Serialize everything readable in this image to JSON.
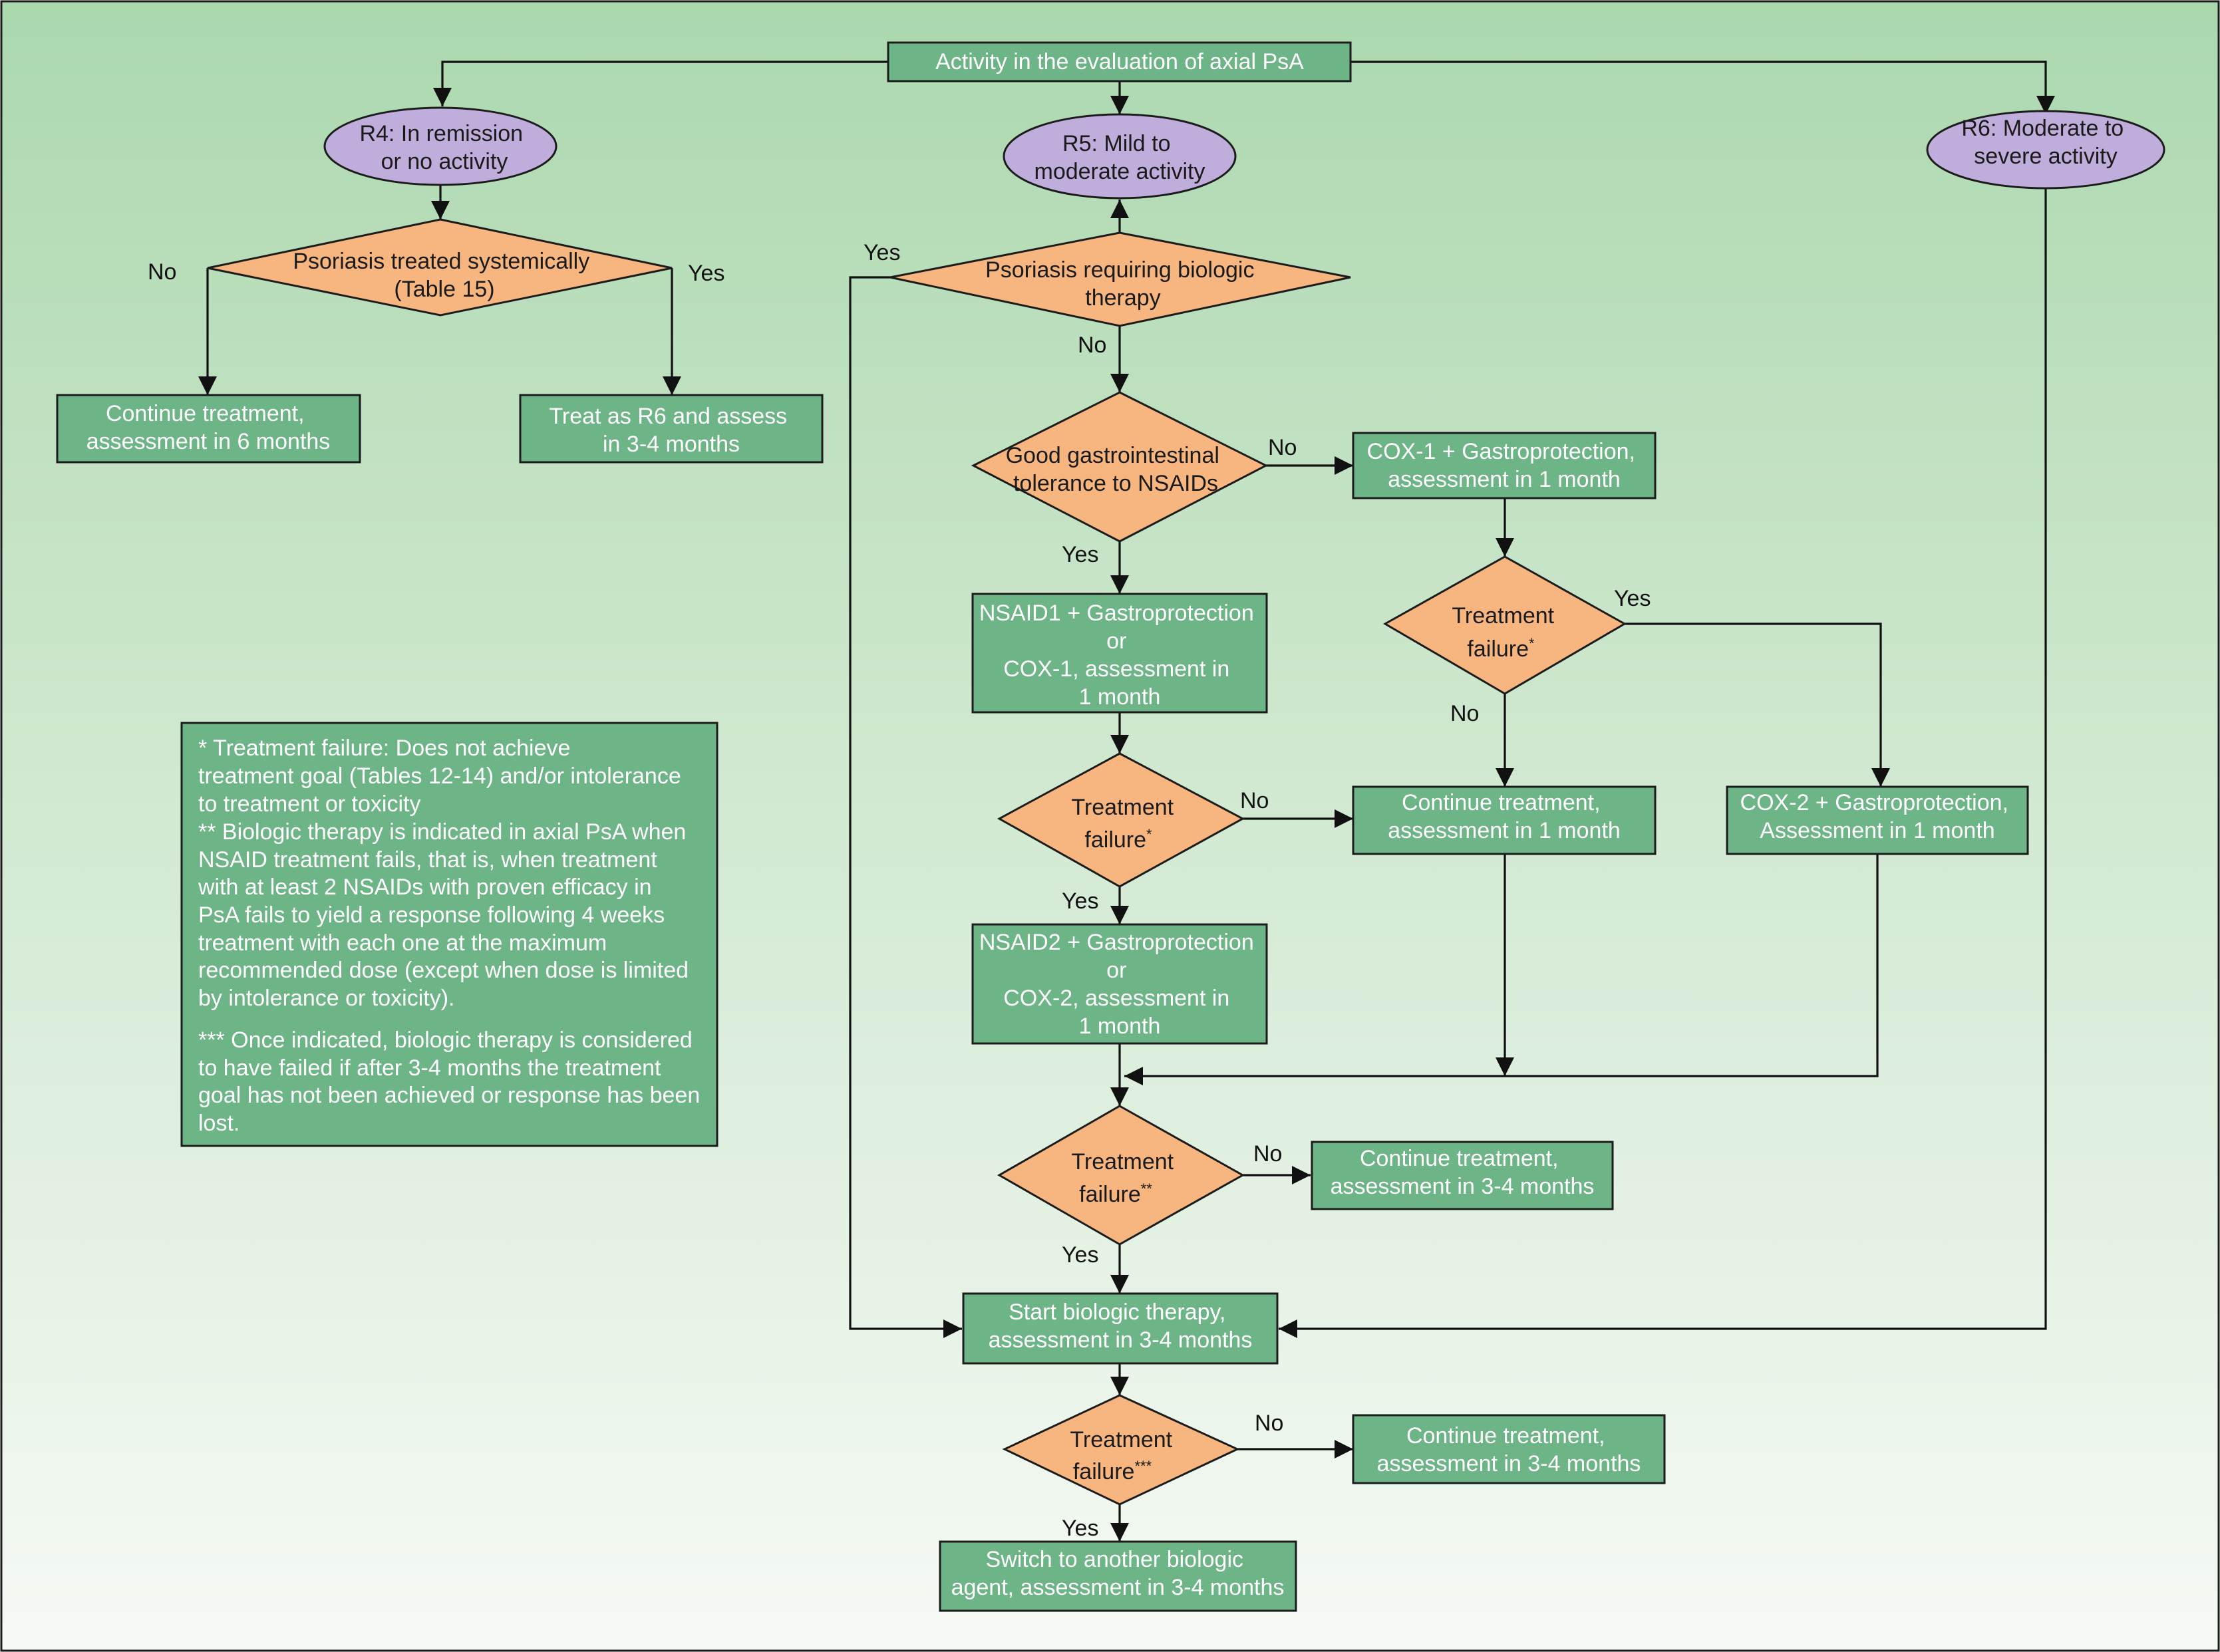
{
  "colors": {
    "bg_top": "#abd8ae",
    "bg_bottom": "#f6faf5",
    "green_box": "#6db487",
    "orange_diamond": "#f7b67f",
    "purple_oval": "#bfaedb",
    "line": "#111111"
  },
  "nodes": {
    "start": {
      "lines": [
        "Activity in the evaluation of axial PsA"
      ]
    },
    "r4": {
      "lines": [
        "R4: In remission",
        "or no activity"
      ]
    },
    "r5": {
      "lines": [
        "R5: Mild to",
        "moderate activity"
      ]
    },
    "r6": {
      "lines": [
        "R6: Moderate to",
        "severe activity"
      ]
    },
    "d_psoriasis_sys": {
      "lines": [
        "Psoriasis treated systemically",
        "(Table 15)"
      ]
    },
    "b_continue_6m": {
      "lines": [
        "Continue treatment,",
        "assessment in 6 months"
      ]
    },
    "b_treat_r6": {
      "lines": [
        "Treat as R6 and assess",
        "in 3-4 months"
      ]
    },
    "d_psoriasis_bio": {
      "lines": [
        "Psoriasis requiring biologic",
        "therapy"
      ]
    },
    "d_gi_tolerance": {
      "lines": [
        "Good gastrointestinal",
        "tolerance to NSAIDs"
      ]
    },
    "b_cox1_gastro": {
      "lines": [
        "COX-1 + Gastroprotection,",
        "assessment in 1 month"
      ]
    },
    "b_nsaid1": {
      "lines": [
        "NSAID1 + Gastroprotection",
        "or",
        "COX-1, assessment in",
        "1 month"
      ]
    },
    "d_tf_right": {
      "lines": [
        "Treatment",
        "failure"
      ],
      "sup": "*"
    },
    "d_tf1": {
      "lines": [
        "Treatment",
        "failure"
      ],
      "sup": "*"
    },
    "b_continue_1m": {
      "lines": [
        "Continue treatment,",
        "assessment in 1 month"
      ]
    },
    "b_cox2_gastro": {
      "lines": [
        "COX-2 + Gastroprotection,",
        "Assessment in 1 month"
      ]
    },
    "b_nsaid2": {
      "lines": [
        "NSAID2 + Gastroprotection",
        "or",
        "COX-2, assessment in",
        "1 month"
      ]
    },
    "d_tf2": {
      "lines": [
        "Treatment",
        "failure"
      ],
      "sup": "**"
    },
    "b_continue_34m_a": {
      "lines": [
        "Continue treatment,",
        "assessment in 3-4 months"
      ]
    },
    "b_start_bio": {
      "lines": [
        "Start biologic therapy,",
        "assessment in 3-4 months"
      ]
    },
    "d_tf3": {
      "lines": [
        "Treatment",
        "failure"
      ],
      "sup": "***"
    },
    "b_continue_34m_b": {
      "lines": [
        "Continue treatment,",
        "assessment in 3-4 months"
      ]
    },
    "b_switch": {
      "lines": [
        "Switch to another biologic",
        "agent, assessment in 3-4 months"
      ]
    }
  },
  "footnote": {
    "lines": [
      "* Treatment failure: Does not achieve",
      "treatment goal (Tables 12-14) and/or intolerance",
      "to treatment or toxicity",
      "** Biologic therapy is indicated in axial PsA when",
      "NSAID treatment fails, that is, when treatment",
      "with at least 2 NSAIDs with proven efficacy in",
      "PsA fails to yield a response following 4 weeks",
      "treatment with each one at the maximum",
      "recommended dose (except when dose is limited",
      "by intolerance or toxicity).",
      "*** Once indicated, biologic therapy is considered",
      "to have failed if after 3-4 months the treatment",
      "goal has not been achieved or response has been",
      "lost."
    ]
  },
  "edge_labels": {
    "sys_no": "No",
    "sys_yes": "Yes",
    "bio_yes": "Yes",
    "bio_no": "No",
    "gi_no": "No",
    "gi_yes": "Yes",
    "tfr_yes": "Yes",
    "tfr_no": "No",
    "tf1_no": "No",
    "tf1_yes": "Yes",
    "tf2_no": "No",
    "tf2_yes": "Yes",
    "tf3_no": "No",
    "tf3_yes": "Yes"
  }
}
